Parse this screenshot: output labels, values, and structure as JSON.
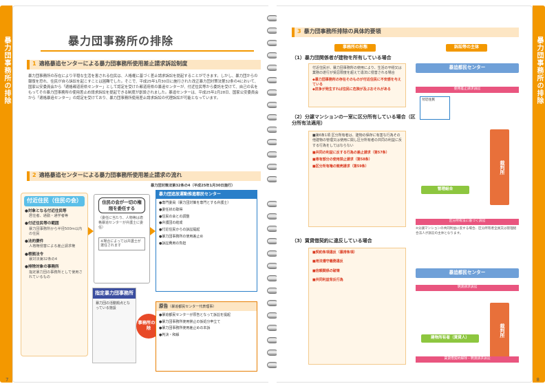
{
  "tab_label": "暴力団事務所の排除",
  "page_left": "7",
  "page_right": "8",
  "left": {
    "title": "暴力団事務所の排除",
    "s1": {
      "num": "1",
      "heading": "適格暴追センターによる暴力団事務所使用差止請求訴訟制度",
      "text": "暴力団事務所の存在により平穏な生活を害される住民は、人格権に基づく差止請求訴訟を提起することができます。しかし、暴力団からの報復を恐れ、住民が自ら訴訟を起こすことは困難でした。そこで、平成25年1月30日に施行された改正暴力団対策法第32条の4において、国家公安委員会から「適格都道府県センター」として認定を受けた都道府県の暴追センターが、付近住民等から委託を受けて、自己の名をもってその暴力団事務所の使用差止め請求訴訟を提起できる制度が創設されました。暴追センターは、平成25年2月28日、国家公安委員会から「適格暴追センター」の認定を受けており、暴力団事務所使用差止請求訴訟の代理訴訟が可能となっています。"
    },
    "s2": {
      "num": "2",
      "heading": "適格暴追センターによる暴力団事務所使用差止請求の流れ",
      "note": "暴力団対策法第32条の4（平成25年1月30日施行）"
    },
    "residents": {
      "head": "付近住民（住民の会）",
      "items": [
        {
          "t": "●対象となる付近住民等",
          "d": "居住者、通勤・通学者等"
        },
        {
          "t": "●付近住民等の範囲",
          "d": "暴力団事務所から半径500m以内の住民"
        },
        {
          "t": "●法的要件",
          "d": "人格権侵害による差止請求権"
        },
        {
          "t": "●根拠法令",
          "d": "暴対法第32条の4"
        },
        {
          "t": "●排除対象の事務所",
          "d": "指定暴力団の事務所として使用されているもの"
        }
      ]
    },
    "mid": {
      "head": "住民の会が一切の権限を委任する",
      "text1": "（委任に当たり、人物等は適格暴追センターが弁護士に委任）",
      "text2": "※場合によっては弁護士が選任されます"
    },
    "blue": {
      "head": "暴力団追放運動推進都民センター",
      "items": [
        "●専門委員（暴力団対策を専門とする弁護士）",
        "●委任状の取得",
        "●住民の会との調整",
        "●弁護団の結成",
        "●付近住民からの訴訟提起",
        "●暴力団事務所の使用差止め",
        "●訴訟費用の負担"
      ]
    },
    "designated": {
      "head": "指定暴力団事務所",
      "text": "暴力団の活動拠点となっている施設"
    },
    "genkoku": {
      "head": "原告",
      "sub": "（暴追都民センター代表理事）",
      "items": [
        "●暴追都民センターが原告となって訴訟を提起",
        "●暴力団事務所使用禁止の仮処分申立て",
        "●暴力団事務所使用差止めの本訴",
        "●判決・和解"
      ]
    },
    "elim": "事務所の排除"
  },
  "right": {
    "s3": {
      "num": "3",
      "heading": "暴力団事務所排除の具体的要領"
    },
    "col1": "事務所の形態",
    "col2": "訴訟等の主体",
    "case1": {
      "title": "（1）暴力団関係者が建物を所有している場合",
      "text": "付近住民が、暴力団事務所の使用により、生活の平穏又は業務の遂行が受忍限度を超えて違法に侵害される場合",
      "points": [
        "◆暴力団事務所の存在そのものが付近住民に不安感を与えている",
        "◆抗争が発生すれば住民に危険が及ぶおそれがある"
      ]
    },
    "case2": {
      "title": "（2）分譲マンションの一室に区分所有している場合（区分所有法適用）",
      "items": [
        "■第6条1項 区分所有者は、建物の保存に有害な行為その他建物の管理又は使用に関し区分所有者の共同の利益に反する行為をしてはならない",
        "■共同の利益に反する行為の差止請求（第57条）",
        "■専有部分の使用禁止請求（第58条）",
        "■区分所有権の競売請求（第59条）"
      ]
    },
    "case3": {
      "title": "（3）賃貸借契約に違反している場合",
      "items": [
        "■契約条項違反（暴排条項）",
        "■用法遵守義務違反",
        "■信頼関係の破壊",
        "■共同利益背反行為"
      ]
    },
    "diagram1": {
      "center": "暴追都民センター",
      "court": "裁判所",
      "members": "付近住民",
      "kanri": "管理組合",
      "pink1": "使用差止請求訴訟",
      "pink2": "区分所有法に基づく訴訟"
    },
    "diagram2": {
      "center": "暴追都民センター",
      "court": "裁判所",
      "owner": "建物所有者（賃貸人）",
      "pink1": "明渡請求訴訟",
      "pink2": "賃貸借契約解除・明渡請求訴訟"
    },
    "notes": "※分譲マンションの共同利益に反する場合、区分所有者全員又は管理組合法人が訴訟の主体となります。"
  }
}
